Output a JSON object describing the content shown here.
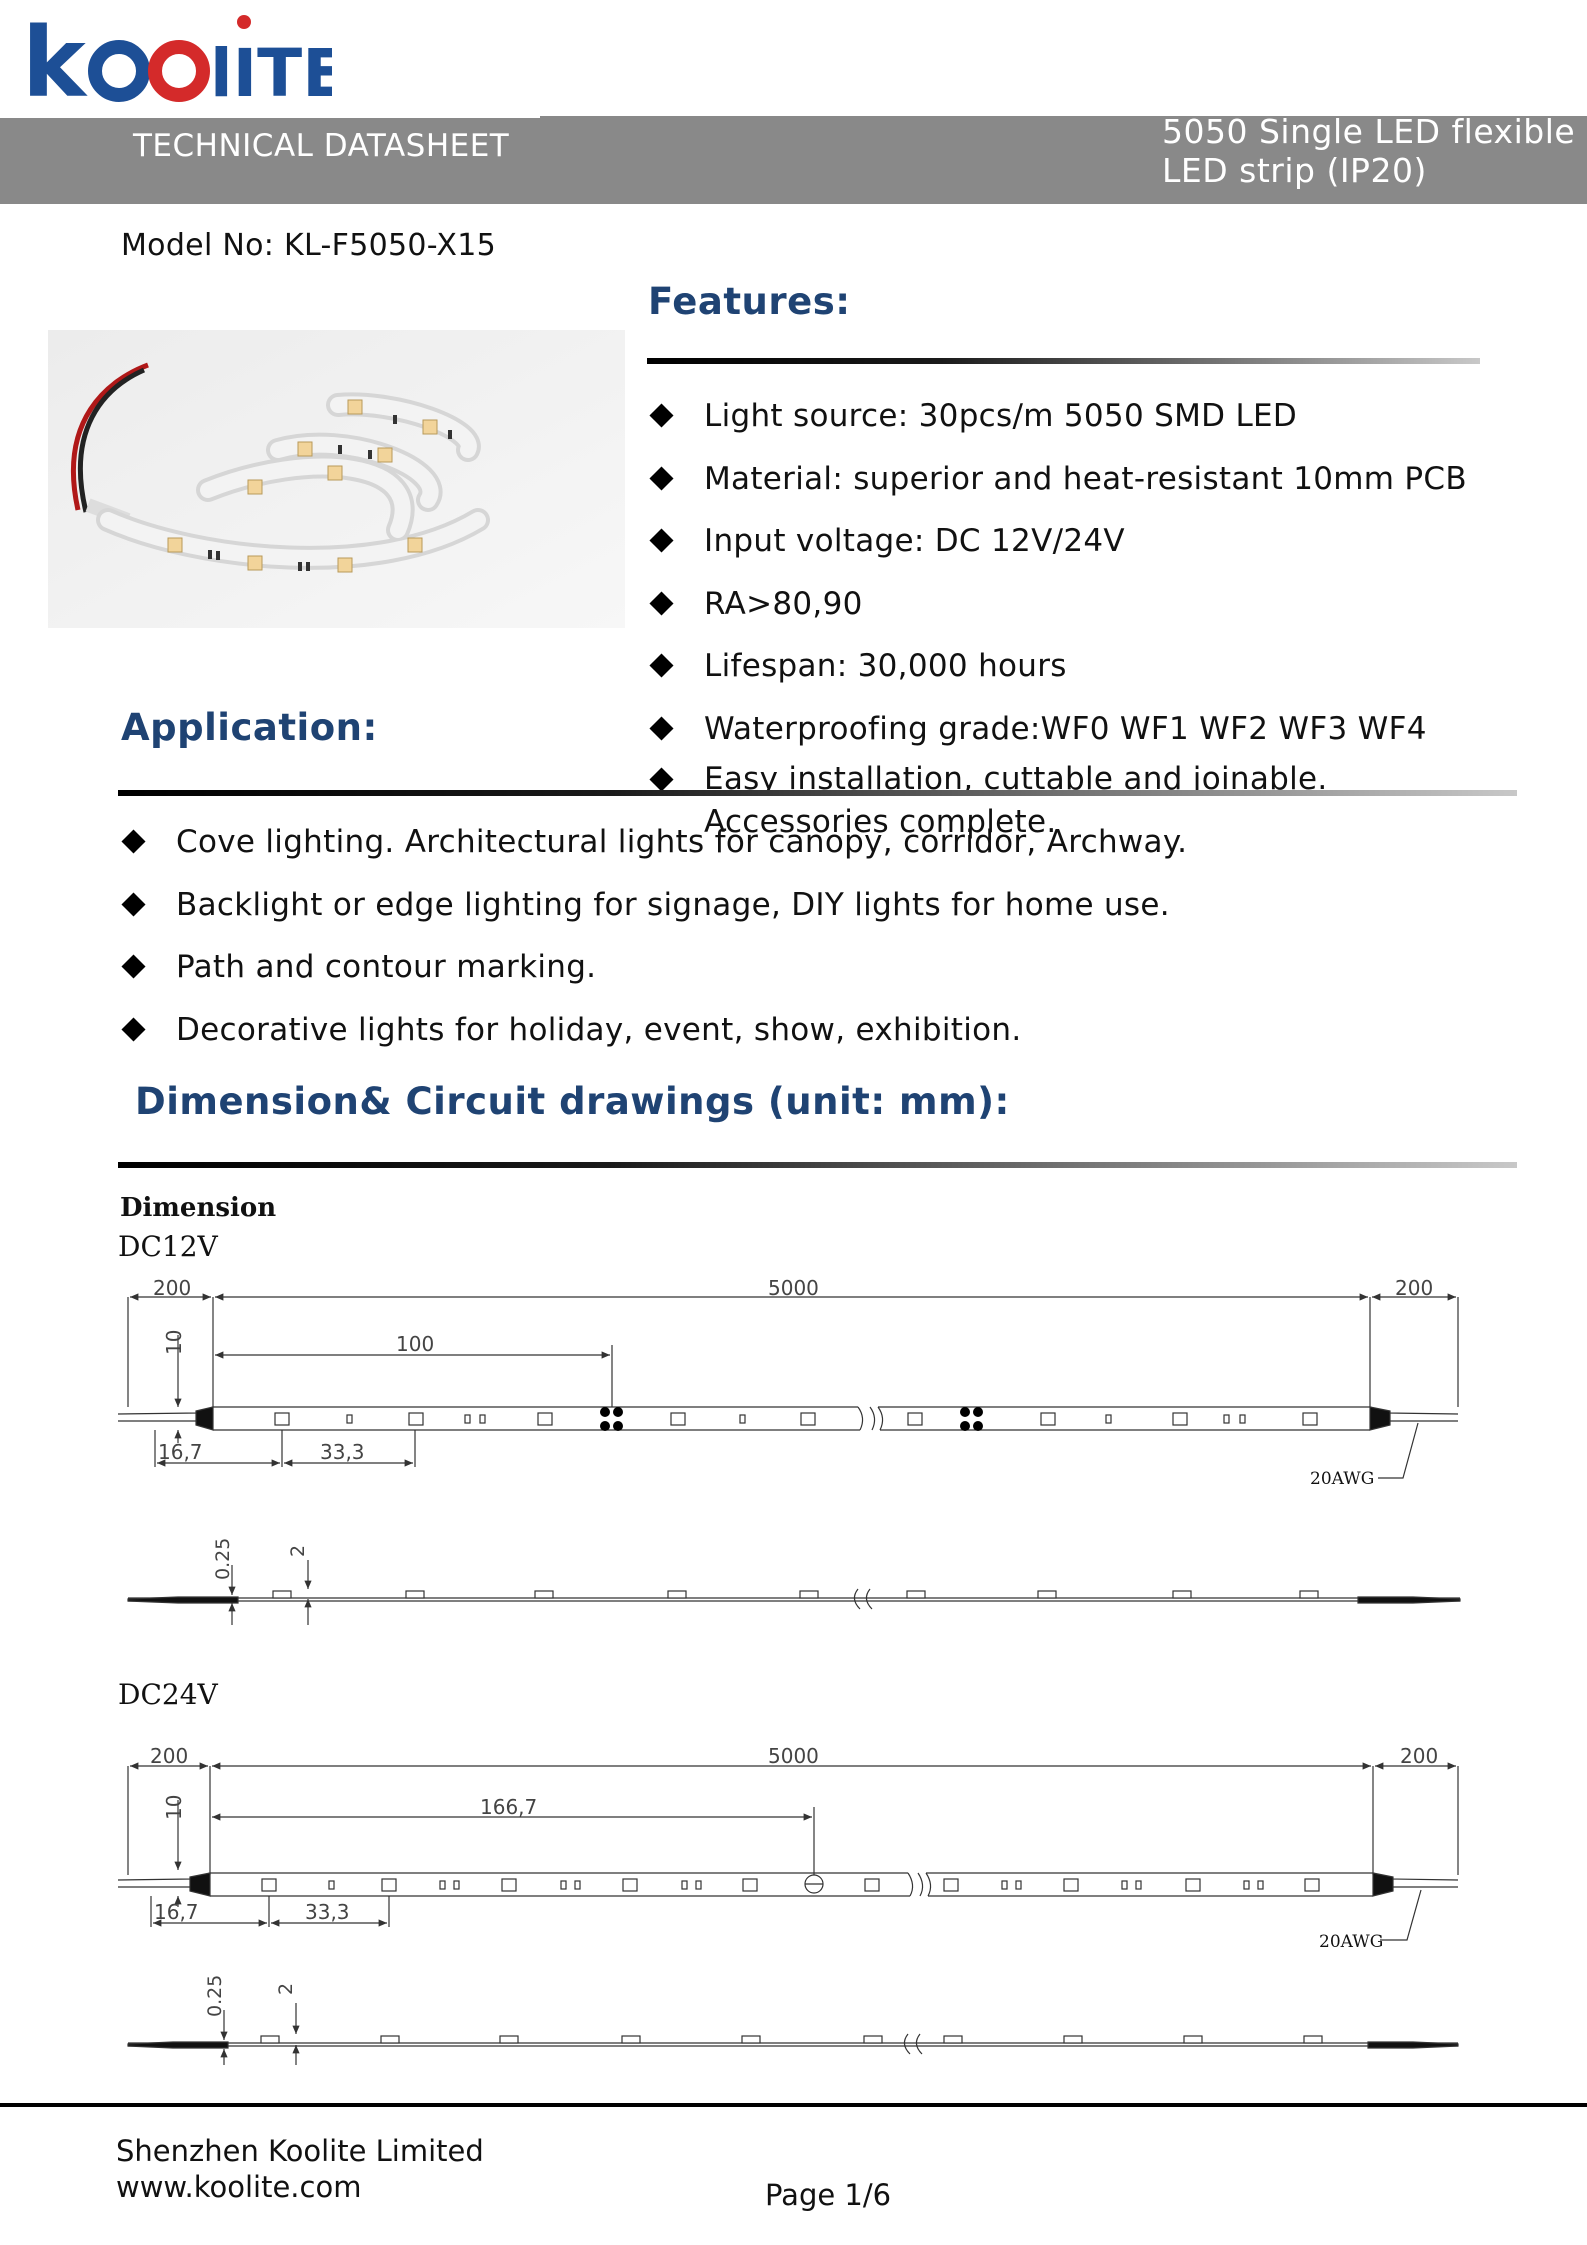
{
  "logo": {
    "text": "koolite"
  },
  "header": {
    "left": "TECHNICAL DATASHEET",
    "right_line1": "5050 Single LED flexible",
    "right_line2": "LED strip (IP20)"
  },
  "model": "Model No: KL-F5050-X15",
  "features": {
    "title": "Features:",
    "items": [
      "Light source: 30pcs/m 5050 SMD LED",
      "Material: superior and heat-resistant 10mm PCB",
      "Input voltage: DC 12V/24V",
      "RA>80,90",
      "Lifespan: 30,000 hours",
      "Waterproofing grade:WF0 WF1 WF2 WF3 WF4",
      "Easy installation, cuttable and joinable. Accessories complete."
    ]
  },
  "application": {
    "title": "Application:",
    "items": [
      "Cove lighting. Architectural lights for canopy, corridor, Archway.",
      "Backlight or edge lighting for signage, DIY lights for home use.",
      "Path and contour marking.",
      "Decorative lights for holiday, event, show, exhibition."
    ]
  },
  "dimension": {
    "title": "Dimension& Circuit drawings (unit: mm):",
    "drawing_heading": "Dimension",
    "dc12": {
      "label": "DC12V",
      "lead_left": "200",
      "length": "5000",
      "lead_right": "200",
      "width": "10",
      "segment": "100",
      "offset": "16,7",
      "pitch": "33,3",
      "wire": "20AWG",
      "thickness": "0.25",
      "led_height": "2"
    },
    "dc24": {
      "label": "DC24V",
      "lead_left": "200",
      "length": "5000",
      "lead_right": "200",
      "width": "10",
      "segment": "166,7",
      "offset": "16,7",
      "pitch": "33,3",
      "wire": "20AWG",
      "thickness": "0.25",
      "led_height": "2"
    }
  },
  "footer": {
    "company": "Shenzhen Koolite Limited",
    "url": "www.koolite.com",
    "page": "Page 1/6"
  }
}
